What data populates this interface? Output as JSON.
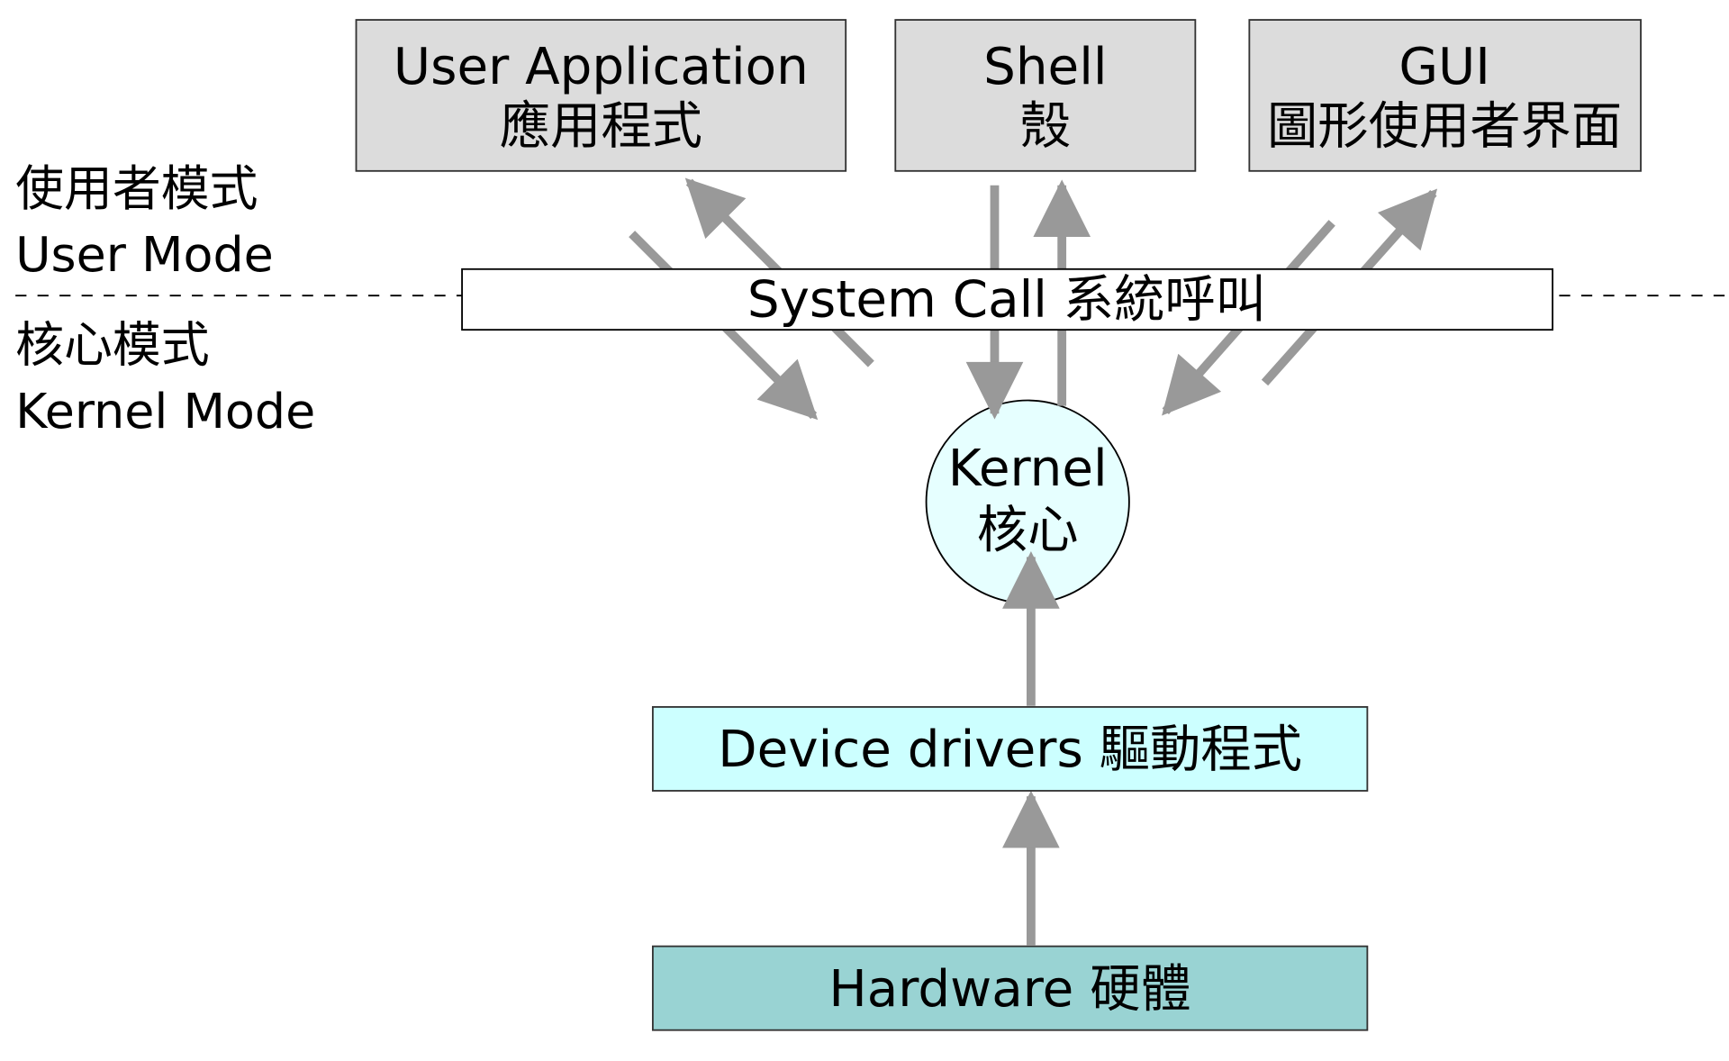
{
  "mode_labels": {
    "user_mode_zh": "使用者模式",
    "user_mode_en": "User Mode",
    "kernel_mode_zh": "核心模式",
    "kernel_mode_en": "Kernel Mode"
  },
  "user_components": [
    {
      "en": "User Application",
      "zh": "應用程式"
    },
    {
      "en": "Shell",
      "zh": "殼"
    },
    {
      "en": "GUI",
      "zh": "圖形使用者界面"
    }
  ],
  "system_call": "System Call 系統呼叫",
  "kernel": {
    "en": "Kernel",
    "zh": "核心"
  },
  "device_drivers": "Device drivers 驅動程式",
  "hardware": "Hardware 硬體",
  "colors": {
    "user_box": "#dcdcdc",
    "kernel": "#e6ffff",
    "drivers": "#ccffff",
    "hardware": "#99d3d3",
    "arrow": "#999999"
  }
}
